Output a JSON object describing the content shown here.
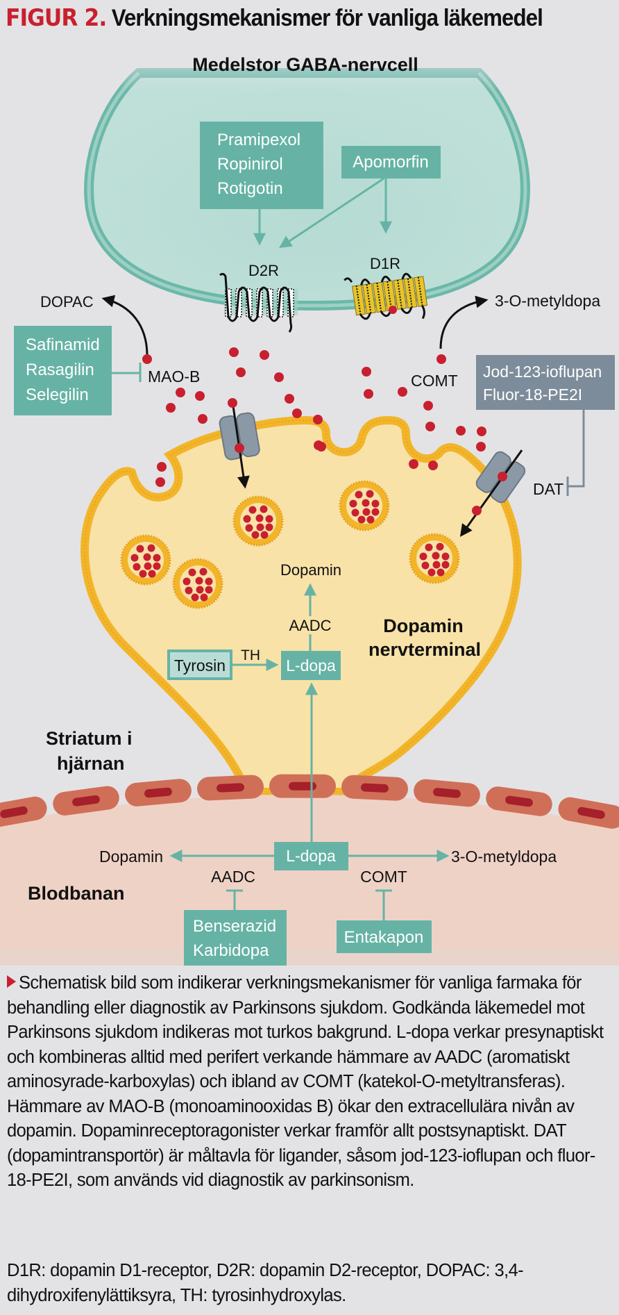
{
  "figure": {
    "label": "FIGUR 2.",
    "title": "Verkningsmekanismer för vanliga läkemedel"
  },
  "colors": {
    "background": "#e3e3e5",
    "gaba_cell_fill": "#b9ddd6",
    "gaba_membrane": "#6bb8a9",
    "drug_box": "#66b3a5",
    "diagnostic_box": "#7d8c9a",
    "terminal_fill": "#f8e2a8",
    "terminal_membrane": "#f2b52a",
    "dopamine": "#c8202f",
    "transporter": "#8b99a6",
    "endothelium": "#d06f58",
    "nucleus": "#a5202a",
    "blood": "#efd2c6",
    "label_red": "#c8202f"
  },
  "gaba_cell": {
    "label": "Medelstor GABA-nervcell",
    "agonists_box": [
      "Pramipexol",
      "Ropinirol",
      "Rotigotin"
    ],
    "apomorphine_box": "Apomorfin",
    "receptors": {
      "d2": "D2R",
      "d1": "D1R"
    }
  },
  "synapse": {
    "dopac": "DOPAC",
    "mao_b": "MAO-B",
    "mao_inhibitors": [
      "Safinamid",
      "Rasagilin",
      "Selegilin"
    ],
    "comt": "COMT",
    "methyldopa": "3-O-metyldopa",
    "diagnostic_box": [
      "Jod-123-ioflupan",
      "Fluor-18-PE2I"
    ],
    "dat": "DAT"
  },
  "terminal": {
    "label": [
      "Dopamin",
      "nervterminal"
    ],
    "dopamine": "Dopamin",
    "aadc": "AADC",
    "tyrosine": "Tyrosin",
    "th": "TH",
    "ldopa": "L-dopa"
  },
  "region_labels": {
    "striatum": [
      "Striatum i",
      "hjärnan"
    ],
    "blood": "Blodbanan"
  },
  "blood": {
    "ldopa": "L-dopa",
    "dopamine": "Dopamin",
    "aadc": "AADC",
    "comt": "COMT",
    "methyldopa": "3-O-metyldopa",
    "aadc_inhibitors": [
      "Benserazid",
      "Karbidopa"
    ],
    "comt_inhibitor": "Entakapon"
  },
  "caption": {
    "text": "Schematisk bild som indikerar verkningsmekanismer för vanliga farmaka för behandling eller diagnostik av Parkinsons sjukdom. Godkända läkemedel mot Parkinsons sjukdom indikeras mot turkos bakgrund. L-dopa verkar presynaptiskt och kombineras alltid med perifert verkande hämmare av AADC (aromatiskt aminosyrade-karboxylas) och ibland av COMT (katekol-O-metyltransferas). Hämmare av MAO-B (monoaminooxidas B) ökar den extracellulära nivån av dopamin. Dopaminreceptoragonister verkar framför allt postsynaptiskt. DAT (dopamintransportör) är måltavla för ligander, såsom jod-123-ioflupan och fluor-18-PE2I, som används vid diagnostik av parkinsonism.",
    "abbreviations": "D1R: dopamin D1-receptor, D2R: dopamin D2-receptor, DOPAC: 3,4-dihydroxifenylättiksyra, TH: tyrosinhydroxylas."
  }
}
